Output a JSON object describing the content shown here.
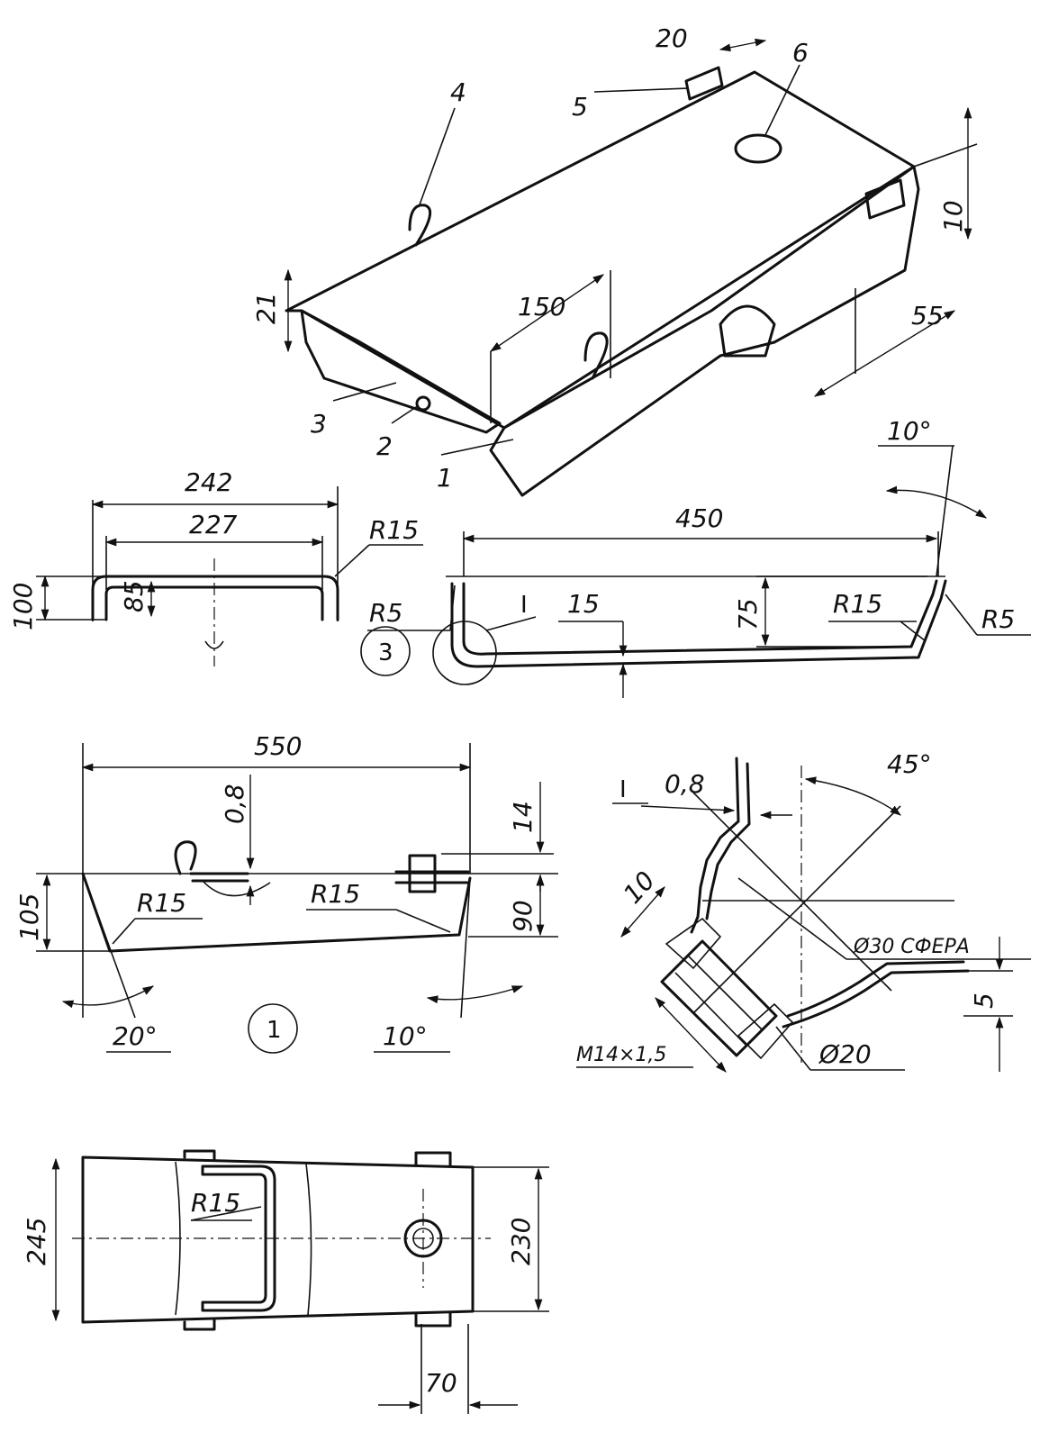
{
  "iso": {
    "dim_top": "20",
    "dim_length": "150",
    "dim_side_h": "21",
    "dim_right_h": "10",
    "dim_right_w": "55",
    "labels": [
      "1",
      "2",
      "3",
      "4",
      "5",
      "6"
    ]
  },
  "section3": {
    "dim_outer_w": "242",
    "dim_inner_w": "227",
    "dim_h": "100",
    "dim_inner_h": "85",
    "r_corner": "R15",
    "marker": "3",
    "dim_length": "450",
    "dim_angle": "10°",
    "dim_depth": "75",
    "dim_thick": "15",
    "r_left": "R5",
    "r_bend": "R15",
    "r_right": "R5",
    "detail_ref": "I"
  },
  "part1": {
    "dim_length": "550",
    "dim_sheet": "0,8",
    "dim_top": "14",
    "dim_h_left": "105",
    "dim_h_right": "90",
    "r_left": "R15",
    "r_right": "R15",
    "angle_left": "20°",
    "angle_right": "10°",
    "marker": "1"
  },
  "detail": {
    "ref": "I",
    "dim_sheet": "0,8",
    "dim_angle": "45°",
    "dim_neck": "10",
    "sphere": "Ø30 СФЕРА",
    "dim_offset": "5",
    "thread": "M14×1,5",
    "dia": "Ø20"
  },
  "plan": {
    "dim_left": "245",
    "dim_right": "230",
    "r_corner": "R15",
    "dim_tab": "70"
  }
}
